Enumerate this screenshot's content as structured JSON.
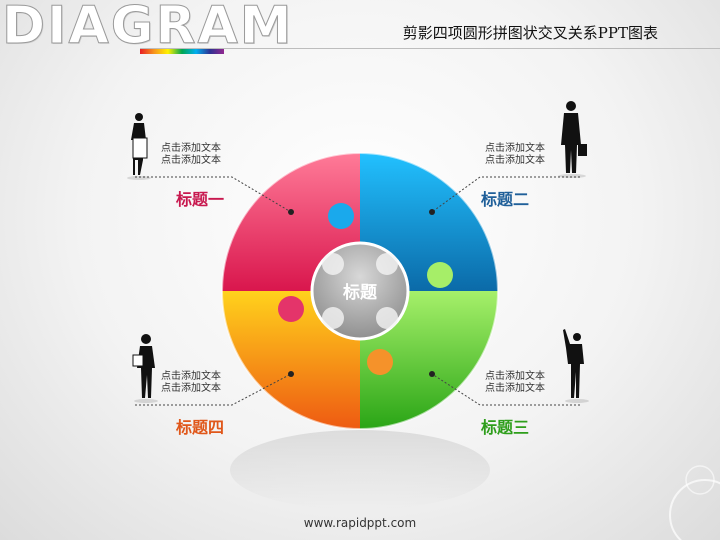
{
  "header": {
    "logo_text": "DIAGRAM",
    "title": "剪影四项圆形拼图状交叉关系PPT图表"
  },
  "center": {
    "label": "标题"
  },
  "items": [
    {
      "heading": "标题一",
      "color": "#c8194f",
      "text_line1": "点击添加文本",
      "text_line2": "点击添加文本"
    },
    {
      "heading": "标题二",
      "color": "#1f5f99",
      "text_line1": "点击添加文本",
      "text_line2": "点击添加文本"
    },
    {
      "heading": "标题三",
      "color": "#2e9e1b",
      "text_line1": "点击添加文本",
      "text_line2": "点击添加文本"
    },
    {
      "heading": "标题四",
      "color": "#e0571a",
      "text_line1": "点击添加文本",
      "text_line2": "点击添加文本"
    }
  ],
  "footer": {
    "url": "www.rapidppt.com"
  }
}
